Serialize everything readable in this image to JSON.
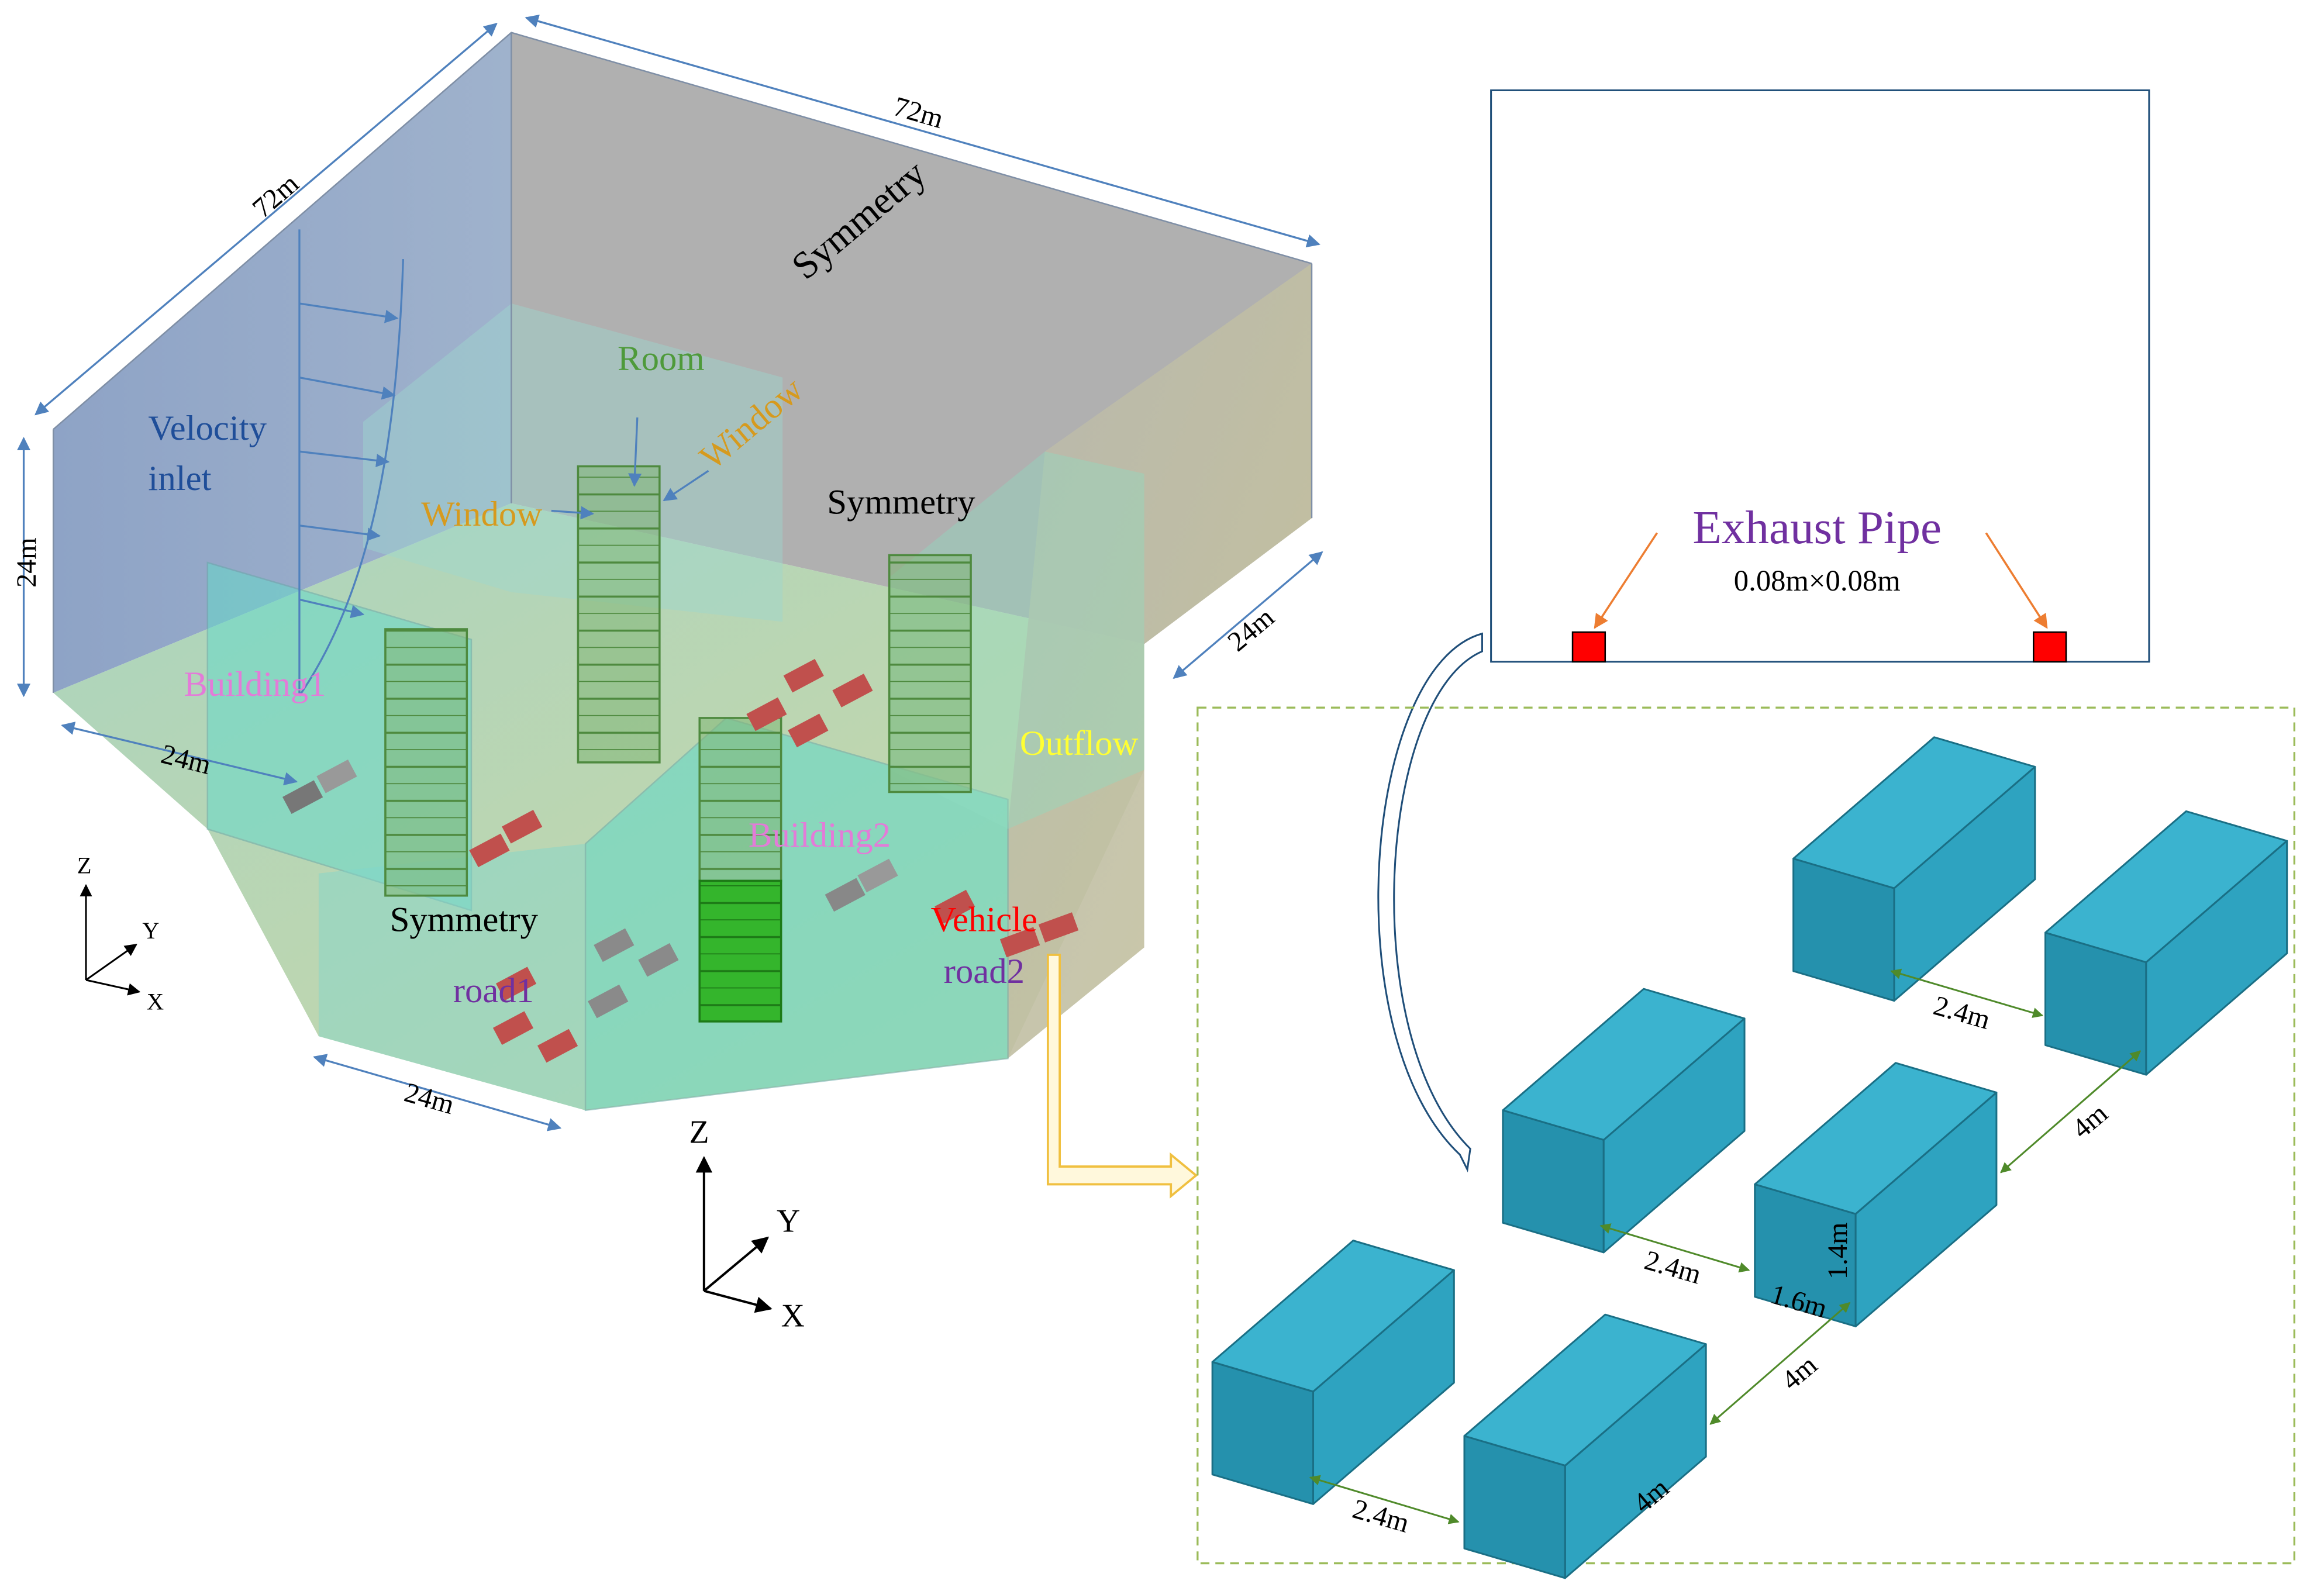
{
  "colors": {
    "domain_left": "#8fa3c4",
    "domain_back": "#b0b0b0",
    "domain_right": "#c7c9a2",
    "floor": "#a9d6b7",
    "building_box": "#66d9c9",
    "room_green": "#7fb574",
    "vehicle_red": "#c0504d",
    "vehicle_teal": "#2795b0",
    "dimension_blue": "#4f81bd",
    "label_blue": "#1f4e99",
    "label_orange": "#d69a1e",
    "label_pink": "#e37bd8",
    "label_purple": "#7030a0",
    "label_red": "#ff0000",
    "label_yellow": "#ffff33",
    "exhaust_red": "#ff0000",
    "arrow_orange": "#ed7d31",
    "dashed_green": "#9bbb59"
  },
  "domain": {
    "dim_top_left": "72m",
    "dim_top_right": "72m",
    "dim_height": "24m",
    "dim_right": "24m",
    "dim_bottom_left": "24m",
    "dim_bottom": "24m"
  },
  "labels": {
    "symmetry_top": "Symmetry",
    "symmetry_mid": "Symmetry",
    "symmetry_front": "Symmetry",
    "velocity_inlet_line1": "Velocity",
    "velocity_inlet_line2": "inlet",
    "room": "Room",
    "window_left": "Window",
    "window_right": "Window",
    "building1": "Building1",
    "building2": "Building2",
    "outflow": "Outflow",
    "vehicle": "Vehicle",
    "road1": "road1",
    "road2": "road2"
  },
  "axes_small": {
    "z": "Z",
    "y": "Y",
    "x": "X"
  },
  "axes_large": {
    "z": "Z",
    "y": "Y",
    "x": "X"
  },
  "exhaust_panel": {
    "title": "Exhaust Pipe",
    "size": "0.08m×0.08m"
  },
  "vehicle_detail": {
    "gap_top": "2.4m",
    "gap_middle": "2.4m",
    "gap_bottom": "2.4m",
    "row_gap_upper": "4m",
    "row_gap_lower": "4m",
    "height": "1.4m",
    "width": "1.6m",
    "length": "4m"
  }
}
